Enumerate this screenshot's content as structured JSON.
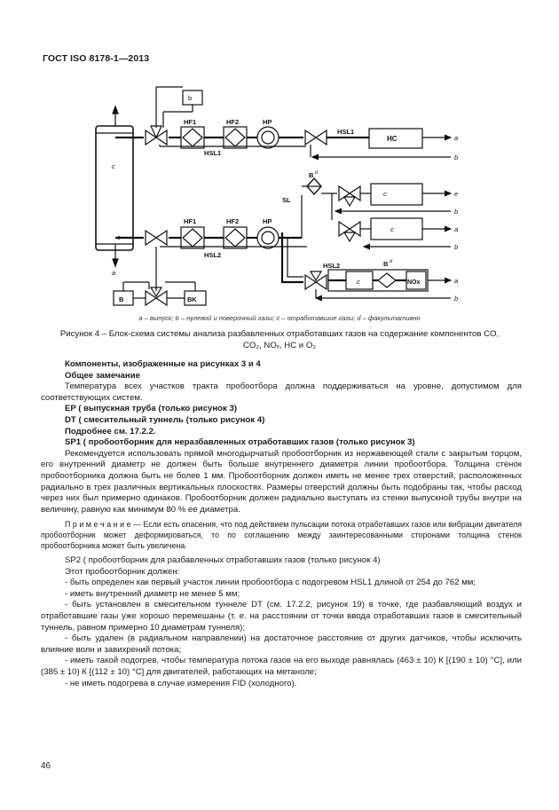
{
  "header": {
    "doc_id": "ГОСТ ISO 8178-1—2013"
  },
  "diagram": {
    "labels": {
      "a": "a",
      "b": "b",
      "c": "c",
      "d": "d",
      "e": "e",
      "HF1": "HF1",
      "HF2": "HF2",
      "HP": "HP",
      "HSL1": "HSL1",
      "HSL2": "HSL2",
      "HC": "HC",
      "NOx": "NOx",
      "SL": "SL",
      "B": "B",
      "BK": "BK",
      "Bd": "B",
      "d_sup": "d"
    }
  },
  "legend": "a – выпуск; b – нулевой и поверочный газы; c – отработавшие газы; d – факультативно",
  "figure_caption": {
    "line1": "Рисунок 4 – Блок-схема системы анализа разбавленных отработавших газов на содержание компонентов CO,",
    "line2": "CO₂, NOₓ, HC и O₂"
  },
  "body": {
    "components_title": "Компоненты, изображенные на рисунках 3 и 4",
    "general_note_title": "Общее замечание",
    "general_note_text": "Температура всех участков тракта пробоотбора должна поддерживаться на уровне, допустимом для соответствующих систем.",
    "ep_title": "EP ( выпускная труба (только рисунок 3)",
    "dt_title": "DT ( смесительный туннель (только рисунок 4)",
    "see_more": "Подробнее см. 17.2.2.",
    "sp1_title": "SP1 ( пробоотборник для неразбавленных отработавших газов (только рисунок 3)",
    "sp1_text": "Рекомендуется использовать прямой многодырчатый пробоотборник из нержавеющей стали с закрытым торцом, его внутренний диаметр не должен быть больше внутреннего диаметра линии пробоотбора. Толщина стенок пробоотборника должна быть не более 1 мм. Пробоотборник должен иметь не менее трех отверстий, расположенных радиально в трех различных вертикальных плоскостях. Размеры отверстий должны быть подобраны так, чтобы расход через них был примерно одинаков. Пробоотборник должен радиально выступать из стенки выпускной трубы внутри на величину, равную как минимум 80 % ее диаметра.",
    "note_label": "П р и м е ч а н и е",
    "note_text": " — Если есть опасения, что под действием пульсации потока отработавших газов или вибрации двигателя пробоотборник может деформироваться, то по соглашению между заинтересованными сторонами толщина стенок пробоотборника может быть увеличена.",
    "sp2_title": "SP2 ( пробоотборник для разбавленных отработавших газов (только рисунок 4)",
    "sp2_intro": "Этот пробоотборник должен:",
    "sp2_items": [
      "- быть определен как первый участок линии пробоотбора с подогревом HSL1 длиной от 254 до 762 мм;",
      "- иметь внутренний диаметр не менее 5 мм;",
      "- быть установлен в смесительном туннеле DT (см. 17.2.2, рисунок 19) в точке, где разбавляющий воздух и отработавшие газы уже хорошо перемешаны (т. е. на расстоянии от точки ввода отработавших газов в смесительный туннель, равном примерно 10 диаметрам туннеля);",
      "- быть удален (в радиальном направлении) на достаточное расстояние от других датчиков, чтобы исключить влияние волн и завихрений потока;",
      "- иметь такой подогрев, чтобы температура потока газов на его выходе равнялась (463 ± 10) К [(190 ± 10) °С], или (385 ± 10) К [(112 ± 10) °С] для двигателей, работающих на метаноле;",
      "- не иметь подогрева в случае измерения FID (холодного)."
    ]
  },
  "page_number": "46"
}
